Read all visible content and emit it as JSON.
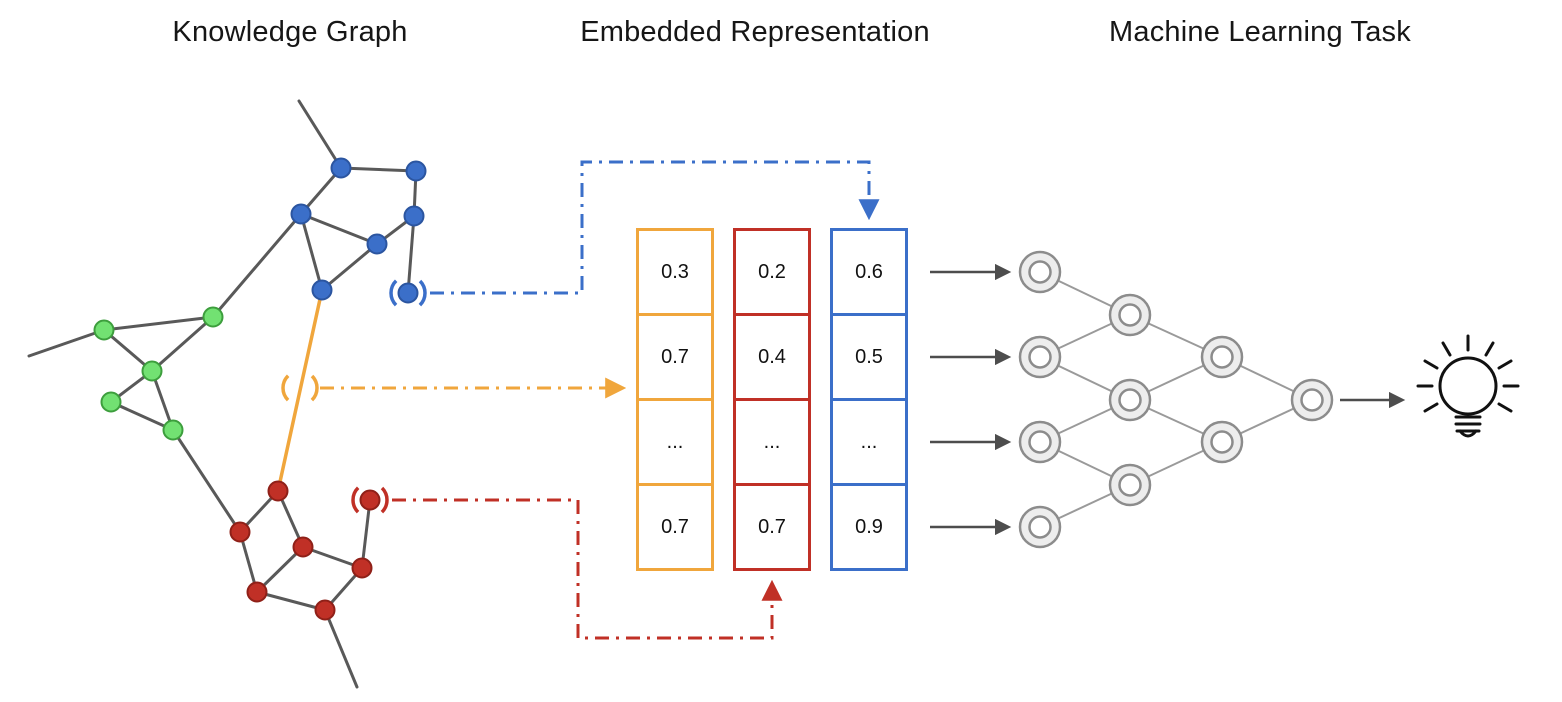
{
  "titles": {
    "knowledge_graph": "Knowledge Graph",
    "embedded_representation": "Embedded Representation",
    "machine_learning_task": "Machine Learning Task"
  },
  "embedding": {
    "columns": [
      {
        "id": "orange-vector",
        "values": [
          "0.3",
          "0.7",
          "...",
          "0.7"
        ]
      },
      {
        "id": "red-vector",
        "values": [
          "0.2",
          "0.4",
          "...",
          "0.7"
        ]
      },
      {
        "id": "blue-vector",
        "values": [
          "0.6",
          "0.5",
          "...",
          "0.9"
        ]
      }
    ]
  },
  "icons": {
    "machine_learning_output": "lightbulb-icon"
  },
  "colors": {
    "blue": "#3B6FC9",
    "blue_dark": "#2B55A0",
    "green": "#72E172",
    "green_dark": "#3D9E3D",
    "red": "#C03026",
    "red_dark": "#8F2018",
    "yellow": "#F0A63C",
    "edge_gray": "#595959",
    "nn_fill": "#EDEDED",
    "nn_stroke": "#8C8C8C",
    "arrow_gray": "#4D4D4D",
    "text": "#161616"
  }
}
